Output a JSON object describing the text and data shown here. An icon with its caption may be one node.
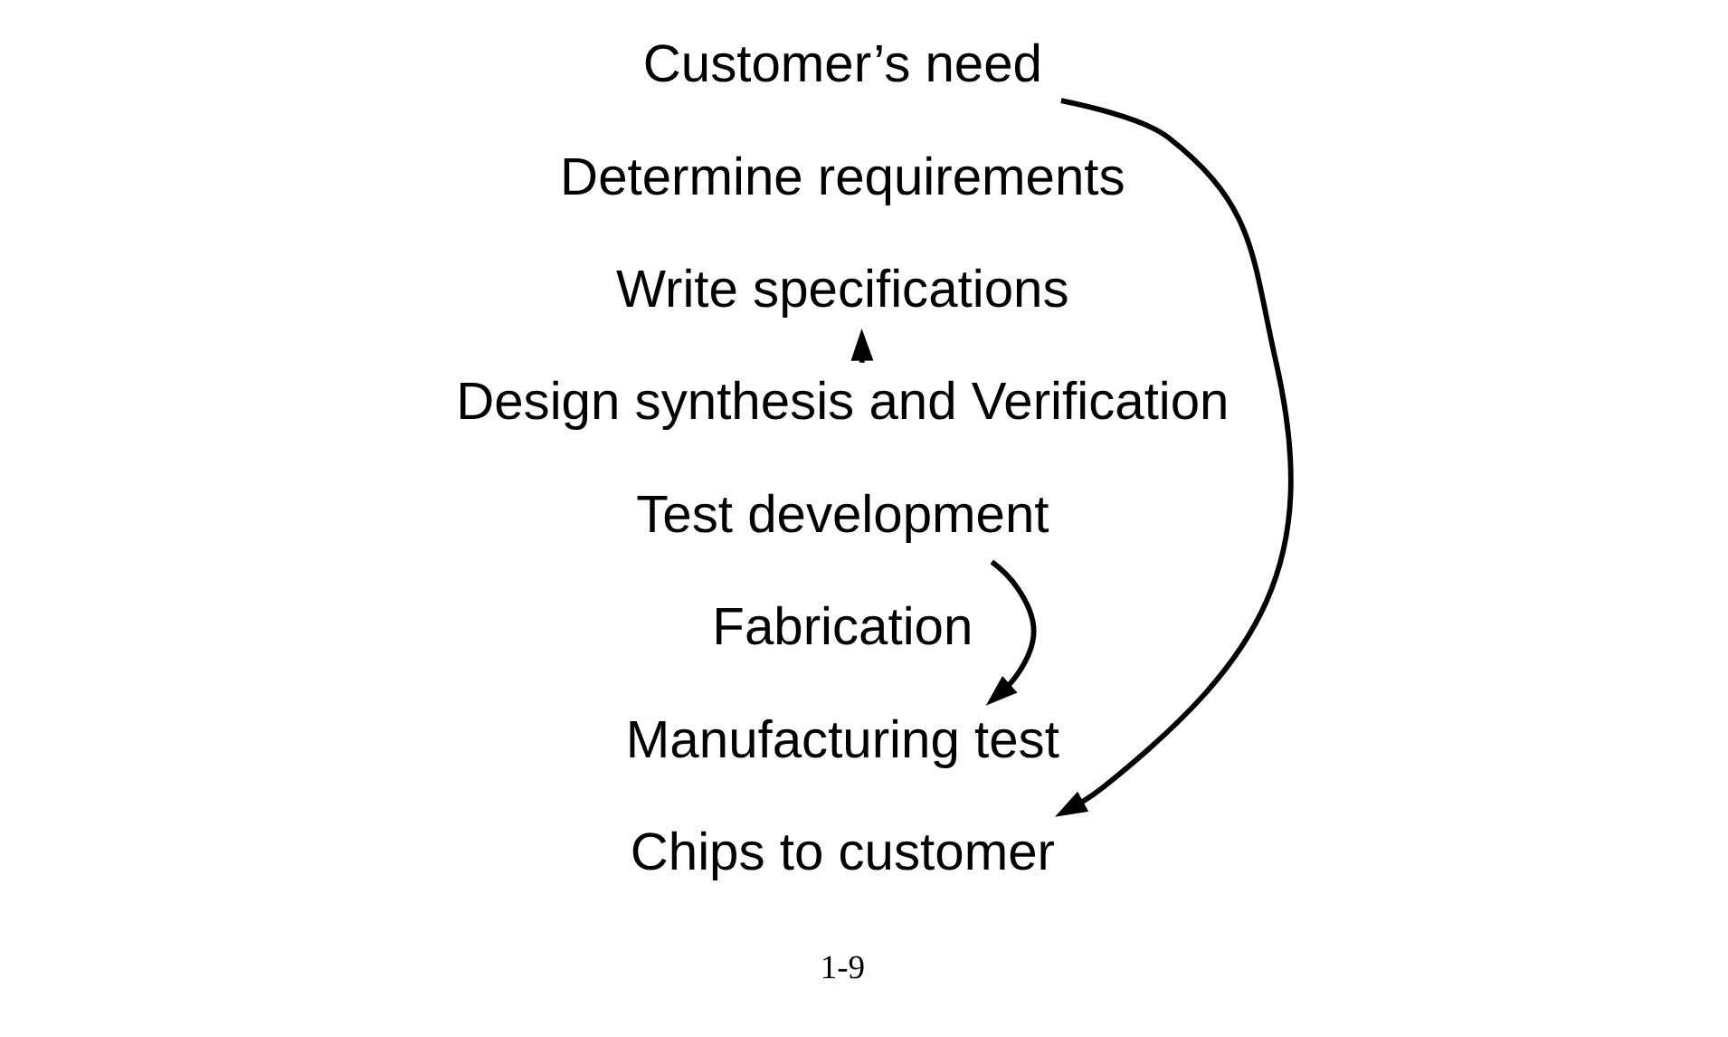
{
  "diagram": {
    "nodes": [
      {
        "text": [
          "Customer’s need"
        ]
      },
      {
        "text": [
          "Determine requirements"
        ]
      },
      {
        "text": [
          "Write specifications"
        ]
      },
      {
        "text": [
          "Design synthesis and Verification"
        ]
      },
      {
        "text": [
          "Test development"
        ]
      },
      {
        "text": [
          "Fabrication"
        ]
      },
      {
        "text": [
          "Manufacturing test"
        ]
      },
      {
        "text": [
          "Chips to customer"
        ]
      }
    ],
    "edges": [
      {
        "from": 0,
        "to": 7,
        "arrow": "to"
      },
      {
        "from": 3,
        "to": 2,
        "arrow": "to"
      },
      {
        "from": 4,
        "to": 6,
        "arrow": "to"
      }
    ],
    "labels": [
      "1-9"
    ]
  }
}
